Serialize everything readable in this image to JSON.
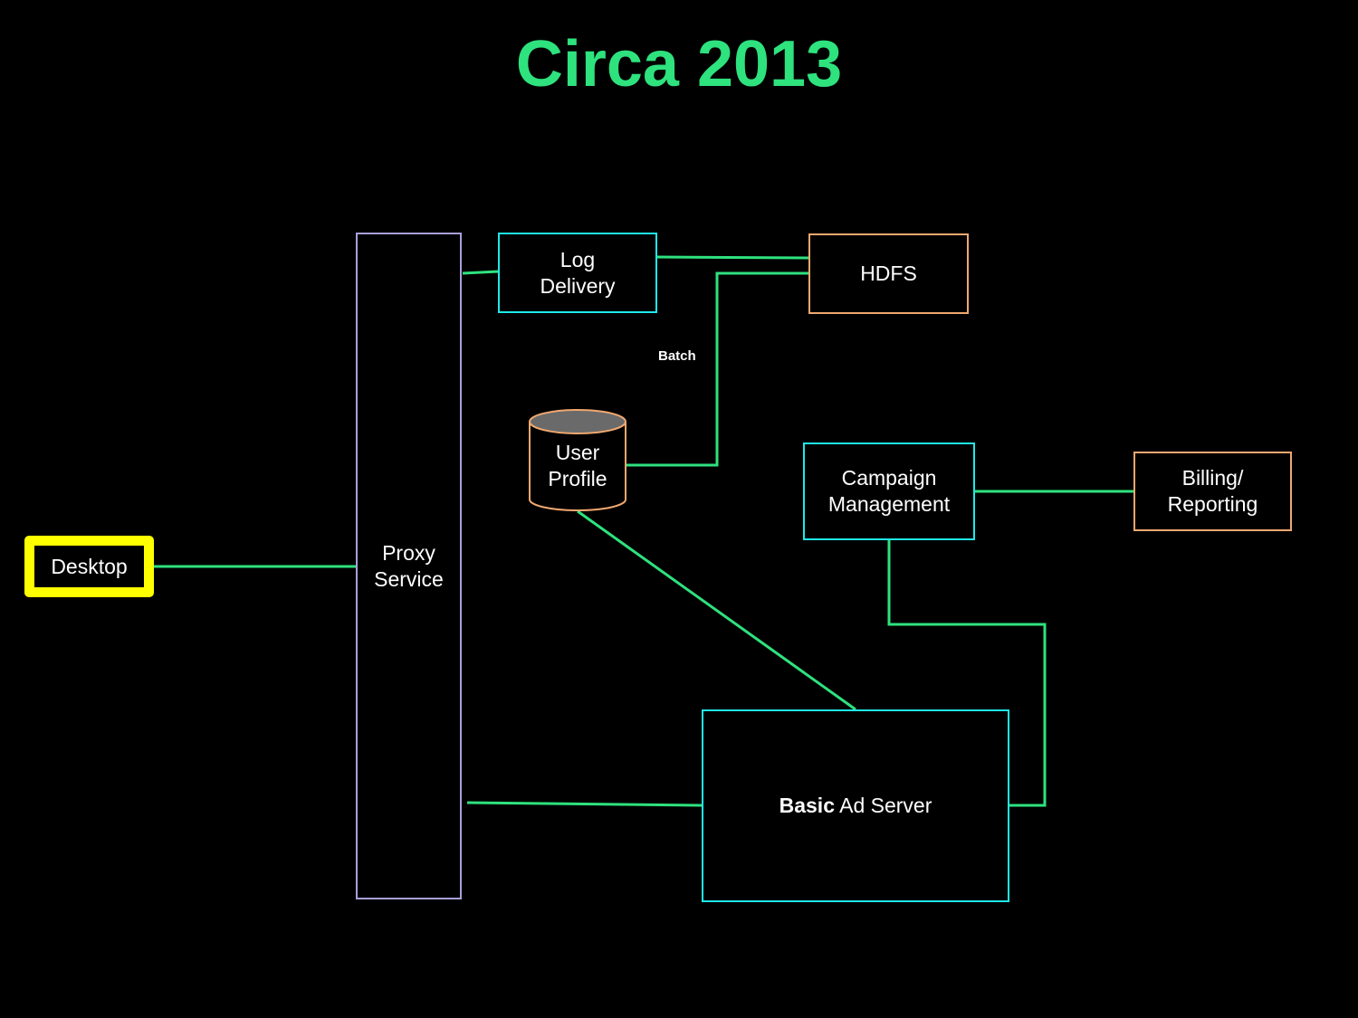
{
  "title": "Circa 2013",
  "colors": {
    "title": "#2ee27e",
    "connector": "#2ee27e",
    "cyan_border": "#1fe8e8",
    "orange_border": "#f0a870",
    "lavender_border": "#aaa0d8",
    "highlight": "#ffff00",
    "db_top": "#6a6a6a"
  },
  "nodes": {
    "desktop": "Desktop",
    "proxy_service": "Proxy\nService",
    "log_delivery": "Log\nDelivery",
    "hdfs": "HDFS",
    "user_profile": "User\nProfile",
    "campaign_management": "Campaign\nManagement",
    "billing_reporting": "Billing/\nReporting",
    "ad_server_bold": "Basic",
    "ad_server_rest": " Ad Server"
  },
  "edge_labels": {
    "batch": "Batch"
  },
  "edges": [
    {
      "from": "desktop",
      "to": "proxy_service"
    },
    {
      "from": "proxy_service",
      "to": "log_delivery"
    },
    {
      "from": "log_delivery",
      "to": "hdfs"
    },
    {
      "from": "hdfs",
      "to": "user_profile",
      "label": "Batch"
    },
    {
      "from": "user_profile",
      "to": "ad_server"
    },
    {
      "from": "proxy_service",
      "to": "ad_server"
    },
    {
      "from": "campaign_management",
      "to": "billing_reporting"
    },
    {
      "from": "campaign_management",
      "to": "ad_server"
    }
  ]
}
